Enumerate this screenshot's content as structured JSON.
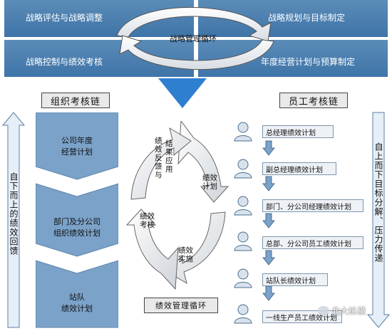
{
  "top": {
    "quadrants": {
      "top_left": "战略评估与战略调整",
      "top_right": "战略规划与目标制定",
      "bottom_left": "战略控制与绩效考核",
      "bottom_right": "年度经营计划与预算制定"
    },
    "center_label": "战略管理循环"
  },
  "org_chain": {
    "title": "组织考核链",
    "side_text": "自下而上的绩效回馈",
    "items": [
      {
        "line1": "公司年度",
        "line2": "经营计划"
      },
      {
        "line1": "部门及分公司",
        "line2": "组织绩效计划"
      },
      {
        "line1": "站队",
        "line2": "绩效计划"
      }
    ]
  },
  "cycle": {
    "steps": {
      "feedback": "绩效反馈与",
      "result": "结果应用",
      "plan": "绩效计划",
      "implement": "绩效实施",
      "assess": "绩效考核"
    },
    "caption": "绩效管理循环"
  },
  "employee_chain": {
    "title": "员工考核链",
    "side_text": "自上而下目标分解、压力传递",
    "items": [
      "总经理绩效计划",
      "副总经理绩效计划",
      "部门、分公司经理绩效计划",
      "总部、分公司员工绩效计划",
      "站队长绩效计划",
      "一线生产员工绩效计划"
    ]
  },
  "watermark": "北大纵横",
  "colors": {
    "quadrant_blue": "#4a7fb1",
    "chevron_blue": "#7ba2c9",
    "down_arrow_blue": "#2f7fd0",
    "side_arrow_fill": "#e6eef7"
  }
}
